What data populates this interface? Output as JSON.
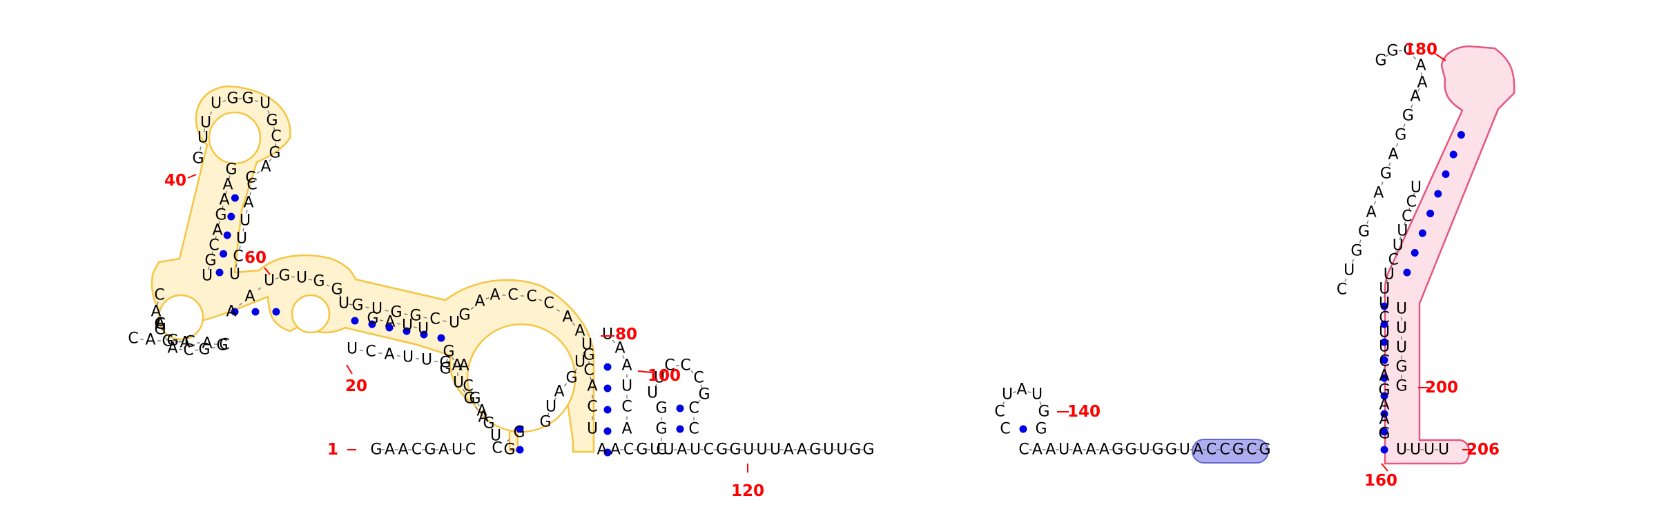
{
  "diagram": {
    "type": "rna-secondary-structure",
    "colors": {
      "base_pair_dot": "#0000e6",
      "backbone": "#777777",
      "index_label": "#ff0000",
      "highlight_yellow_fill": "#ffe7a8",
      "highlight_yellow_stroke": "#f5c542",
      "highlight_pink_fill": "#fbd9e2",
      "highlight_pink_stroke": "#e4557f",
      "highlight_purple_fill": "#9999ee",
      "highlight_purple_stroke": "#6666cc"
    },
    "labels": {
      "l1": "1",
      "l20": "20",
      "l40": "40",
      "l60": "60",
      "l80": "80",
      "l100": "100",
      "l120": "120",
      "l140": "140",
      "l160": "160",
      "l180": "180",
      "l200": "200",
      "l206": "206"
    }
  }
}
